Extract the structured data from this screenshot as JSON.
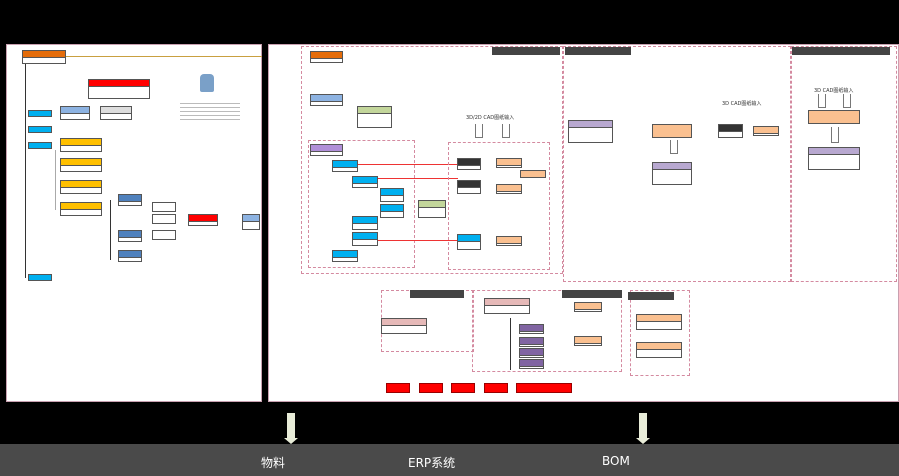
{
  "diagram": {
    "cad_input_labels": [
      "3D/2D CAD图纸输入",
      "3D CAD图纸输入",
      "3D CAD图纸输入"
    ],
    "bottom_bar": {
      "items": [
        "物料",
        "ERP系统",
        "BOM"
      ]
    },
    "colors": {
      "orange": "#e46c0a",
      "red": "#ff0000",
      "blue": "#00b0f0",
      "gold": "#ffc000",
      "purple": "#b18fd8",
      "green": "#c3d69b",
      "peach": "#fac090",
      "steel": "#8db3e2",
      "pink": "#e6b9b8"
    }
  }
}
